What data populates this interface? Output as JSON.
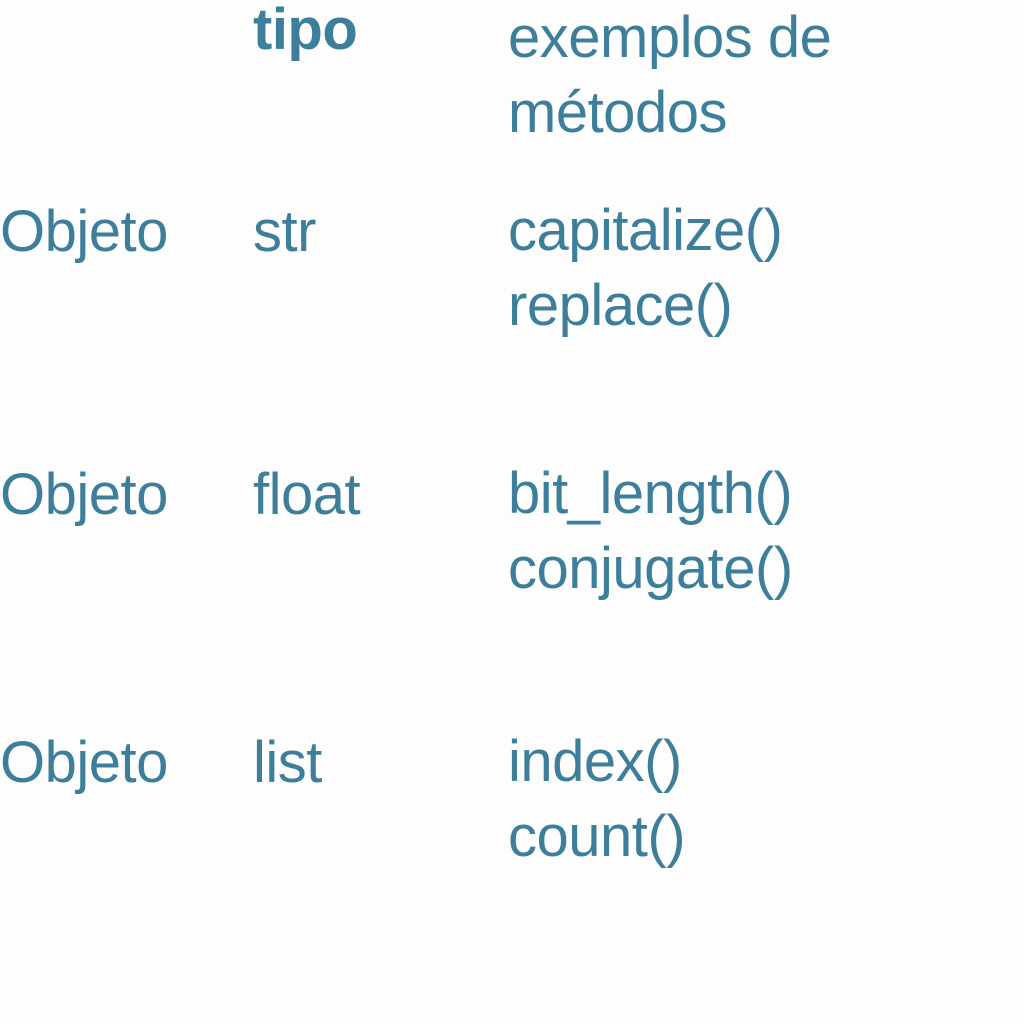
{
  "document": {
    "title": "tabela de tipos e exemplos de metodos",
    "language": "pt-BR",
    "background_color": "#fdfdfd",
    "text_color": "#3d7f9b"
  },
  "table": {
    "headers": {
      "col1": "",
      "col2": "tipo",
      "col3_line1": "exemplos de",
      "col3_line2": "métodos"
    },
    "rows": [
      {
        "object": "Objeto",
        "type": "str",
        "method1": "capitalize()",
        "method2": "replace()"
      },
      {
        "object": "Objeto",
        "type": "float",
        "method1": "bit_length()",
        "method2": "conjugate()"
      },
      {
        "object": "Objeto",
        "type": "list",
        "method1": "index()",
        "method2": "count()"
      }
    ]
  }
}
